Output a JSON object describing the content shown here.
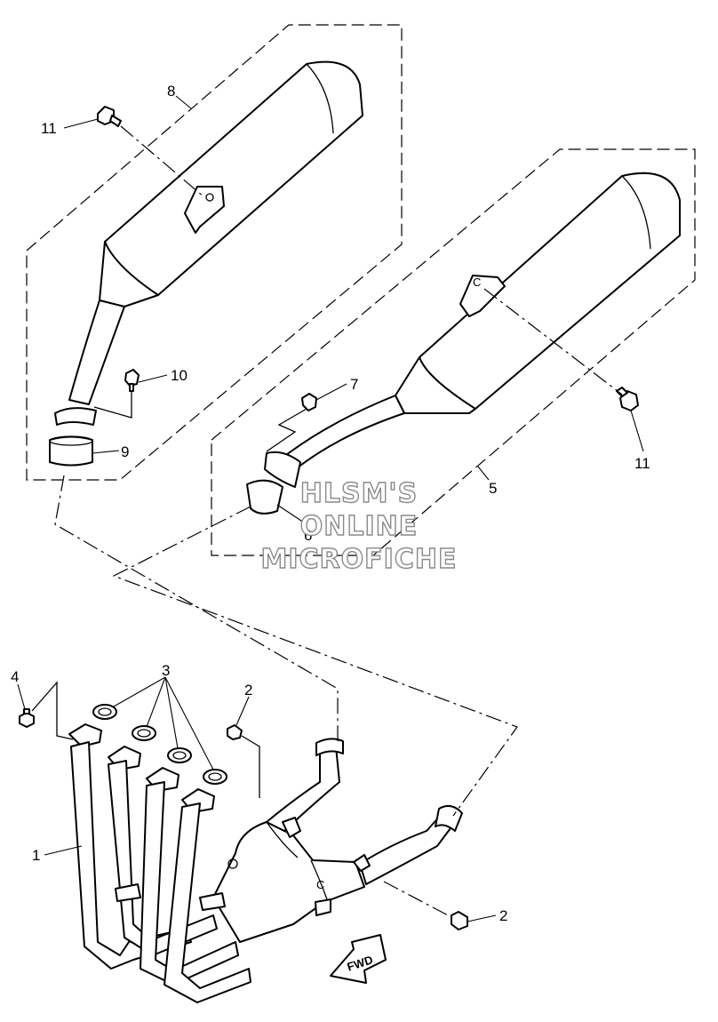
{
  "callouts": {
    "c1": "1",
    "c2a": "2",
    "c2b": "2",
    "c3": "3",
    "c4": "4",
    "c5": "5",
    "c6": "6",
    "c7": "7",
    "c8": "8",
    "c9": "9",
    "c10": "10",
    "c11a": "11",
    "c11b": "11"
  },
  "watermark": {
    "line1": "HLSM'S",
    "line2": "ONLINE",
    "line3": "MICROFICHE"
  },
  "fwd_label": "FWD",
  "marks": {
    "c_upper": "C",
    "c_pipe": "C"
  }
}
